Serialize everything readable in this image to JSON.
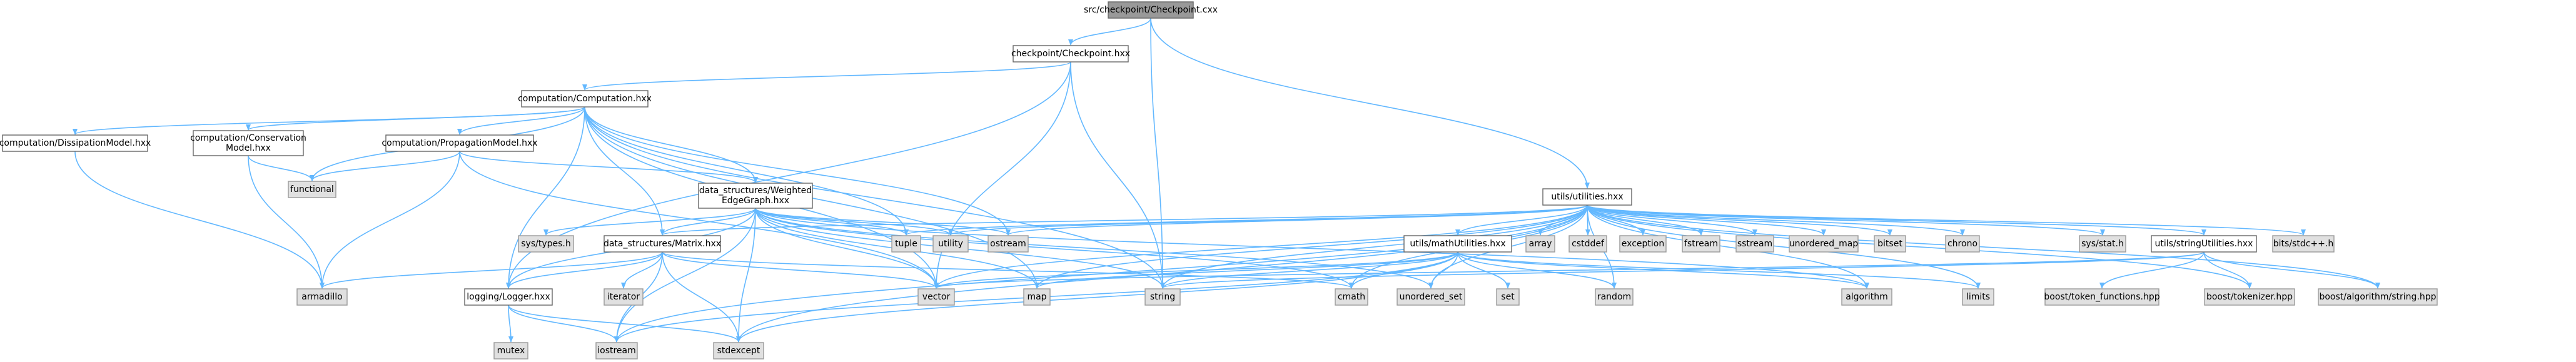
{
  "colors": {
    "edge": "#63b8ff",
    "root_fill": "#999999",
    "root_stroke": "#666666",
    "header_fill": "#ffffff",
    "header_stroke": "#666666",
    "system_fill": "#e0e0e0",
    "system_stroke": "#999999",
    "background": "#ffffff"
  },
  "nodes": [
    {
      "id": "root",
      "kind": "root",
      "lines": [
        "src/checkpoint/Checkpoint.cxx"
      ]
    },
    {
      "id": "checkpoint",
      "kind": "header",
      "lines": [
        "checkpoint/Checkpoint.hxx"
      ]
    },
    {
      "id": "computation",
      "kind": "header",
      "lines": [
        "computation/Computation.hxx"
      ]
    },
    {
      "id": "dissipation",
      "kind": "header",
      "lines": [
        "computation/DissipationModel.hxx"
      ]
    },
    {
      "id": "conservation",
      "kind": "header",
      "lines": [
        "computation/Conservation",
        "Model.hxx"
      ]
    },
    {
      "id": "propagation",
      "kind": "header",
      "lines": [
        "computation/PropagationModel.hxx"
      ]
    },
    {
      "id": "weighted",
      "kind": "header",
      "lines": [
        "data_structures/Weighted",
        "EdgeGraph.hxx"
      ]
    },
    {
      "id": "matrix",
      "kind": "header",
      "lines": [
        "data_structures/Matrix.hxx"
      ]
    },
    {
      "id": "logger",
      "kind": "header",
      "lines": [
        "logging/Logger.hxx"
      ]
    },
    {
      "id": "utilities",
      "kind": "header",
      "lines": [
        "utils/utilities.hxx"
      ]
    },
    {
      "id": "mathutil",
      "kind": "header",
      "lines": [
        "utils/mathUtilities.hxx"
      ]
    },
    {
      "id": "stringutil",
      "kind": "header",
      "lines": [
        "utils/stringUtilities.hxx"
      ]
    },
    {
      "id": "functional",
      "kind": "system",
      "lines": [
        "functional"
      ]
    },
    {
      "id": "armadillo",
      "kind": "system",
      "lines": [
        "armadillo"
      ]
    },
    {
      "id": "systypes",
      "kind": "system",
      "lines": [
        "sys/types.h"
      ]
    },
    {
      "id": "tuple",
      "kind": "system",
      "lines": [
        "tuple"
      ]
    },
    {
      "id": "utility",
      "kind": "system",
      "lines": [
        "utility"
      ]
    },
    {
      "id": "ostream",
      "kind": "system",
      "lines": [
        "ostream"
      ]
    },
    {
      "id": "iterator",
      "kind": "system",
      "lines": [
        "iterator"
      ]
    },
    {
      "id": "vector",
      "kind": "system",
      "lines": [
        "vector"
      ]
    },
    {
      "id": "map",
      "kind": "system",
      "lines": [
        "map"
      ]
    },
    {
      "id": "string",
      "kind": "system",
      "lines": [
        "string"
      ]
    },
    {
      "id": "cmath",
      "kind": "system",
      "lines": [
        "cmath"
      ]
    },
    {
      "id": "unordered_set",
      "kind": "system",
      "lines": [
        "unordered_set"
      ]
    },
    {
      "id": "set",
      "kind": "system",
      "lines": [
        "set"
      ]
    },
    {
      "id": "random",
      "kind": "system",
      "lines": [
        "random"
      ]
    },
    {
      "id": "algorithm",
      "kind": "system",
      "lines": [
        "algorithm"
      ]
    },
    {
      "id": "limits",
      "kind": "system",
      "lines": [
        "limits"
      ]
    },
    {
      "id": "mutex",
      "kind": "system",
      "lines": [
        "mutex"
      ]
    },
    {
      "id": "iostream",
      "kind": "system",
      "lines": [
        "iostream"
      ]
    },
    {
      "id": "stdexcept",
      "kind": "system",
      "lines": [
        "stdexcept"
      ]
    },
    {
      "id": "array",
      "kind": "system",
      "lines": [
        "array"
      ]
    },
    {
      "id": "cstddef",
      "kind": "system",
      "lines": [
        "cstddef"
      ]
    },
    {
      "id": "exception",
      "kind": "system",
      "lines": [
        "exception"
      ]
    },
    {
      "id": "fstream",
      "kind": "system",
      "lines": [
        "fstream"
      ]
    },
    {
      "id": "sstream",
      "kind": "system",
      "lines": [
        "sstream"
      ]
    },
    {
      "id": "unordered_map",
      "kind": "system",
      "lines": [
        "unordered_map"
      ]
    },
    {
      "id": "bitset",
      "kind": "system",
      "lines": [
        "bitset"
      ]
    },
    {
      "id": "chrono",
      "kind": "system",
      "lines": [
        "chrono"
      ]
    },
    {
      "id": "sysstat",
      "kind": "system",
      "lines": [
        "sys/stat.h"
      ]
    },
    {
      "id": "bitsstdc",
      "kind": "system",
      "lines": [
        "bits/stdc++.h"
      ]
    },
    {
      "id": "token_functions",
      "kind": "system",
      "lines": [
        "boost/token_functions.hpp"
      ]
    },
    {
      "id": "tokenizer",
      "kind": "system",
      "lines": [
        "boost/tokenizer.hpp"
      ]
    },
    {
      "id": "boost_string",
      "kind": "system",
      "lines": [
        "boost/algorithm/string.hpp"
      ]
    }
  ],
  "edges": [
    [
      "root",
      "checkpoint"
    ],
    [
      "root",
      "string"
    ],
    [
      "root",
      "utilities"
    ],
    [
      "checkpoint",
      "computation"
    ],
    [
      "checkpoint",
      "logger"
    ],
    [
      "checkpoint",
      "string"
    ],
    [
      "checkpoint",
      "vector"
    ],
    [
      "computation",
      "dissipation"
    ],
    [
      "computation",
      "conservation"
    ],
    [
      "computation",
      "propagation"
    ],
    [
      "computation",
      "weighted"
    ],
    [
      "computation",
      "matrix"
    ],
    [
      "computation",
      "logger"
    ],
    [
      "computation",
      "functional"
    ],
    [
      "computation",
      "tuple"
    ],
    [
      "computation",
      "vector"
    ],
    [
      "computation",
      "map"
    ],
    [
      "computation",
      "string"
    ],
    [
      "computation",
      "ostream"
    ],
    [
      "dissipation",
      "armadillo"
    ],
    [
      "conservation",
      "functional"
    ],
    [
      "conservation",
      "armadillo"
    ],
    [
      "propagation",
      "functional"
    ],
    [
      "propagation",
      "armadillo"
    ],
    [
      "propagation",
      "weighted"
    ],
    [
      "propagation",
      "vector"
    ],
    [
      "weighted",
      "systypes"
    ],
    [
      "weighted",
      "tuple"
    ],
    [
      "weighted",
      "utility"
    ],
    [
      "weighted",
      "ostream"
    ],
    [
      "weighted",
      "matrix"
    ],
    [
      "weighted",
      "vector"
    ],
    [
      "weighted",
      "map"
    ],
    [
      "weighted",
      "string"
    ],
    [
      "weighted",
      "cmath"
    ],
    [
      "weighted",
      "unordered_set"
    ],
    [
      "weighted",
      "stdexcept"
    ],
    [
      "weighted",
      "iostream"
    ],
    [
      "weighted",
      "logger"
    ],
    [
      "weighted",
      "algorithm"
    ],
    [
      "matrix",
      "armadillo"
    ],
    [
      "matrix",
      "iterator"
    ],
    [
      "matrix",
      "vector"
    ],
    [
      "matrix",
      "logger"
    ],
    [
      "matrix",
      "iostream"
    ],
    [
      "matrix",
      "stdexcept"
    ],
    [
      "matrix",
      "cmath"
    ],
    [
      "logger",
      "mutex"
    ],
    [
      "logger",
      "iostream"
    ],
    [
      "logger",
      "stdexcept"
    ],
    [
      "utilities",
      "matrix"
    ],
    [
      "utilities",
      "tuple"
    ],
    [
      "utilities",
      "utility"
    ],
    [
      "utilities",
      "ostream"
    ],
    [
      "utilities",
      "vector"
    ],
    [
      "utilities",
      "map"
    ],
    [
      "utilities",
      "string"
    ],
    [
      "utilities",
      "cmath"
    ],
    [
      "utilities",
      "unordered_set"
    ],
    [
      "utilities",
      "mathutil"
    ],
    [
      "utilities",
      "array"
    ],
    [
      "utilities",
      "cstddef"
    ],
    [
      "utilities",
      "exception"
    ],
    [
      "utilities",
      "fstream"
    ],
    [
      "utilities",
      "sstream"
    ],
    [
      "utilities",
      "unordered_map"
    ],
    [
      "utilities",
      "bitset"
    ],
    [
      "utilities",
      "chrono"
    ],
    [
      "utilities",
      "sysstat"
    ],
    [
      "utilities",
      "stringutil"
    ],
    [
      "utilities",
      "bitsstdc"
    ],
    [
      "utilities",
      "iostream"
    ],
    [
      "utilities",
      "stdexcept"
    ],
    [
      "utilities",
      "algorithm"
    ],
    [
      "utilities",
      "limits"
    ],
    [
      "utilities",
      "random"
    ],
    [
      "utilities",
      "tokenizer"
    ],
    [
      "utilities",
      "boost_string"
    ],
    [
      "mathutil",
      "vector"
    ],
    [
      "mathutil",
      "map"
    ],
    [
      "mathutil",
      "cmath"
    ],
    [
      "mathutil",
      "unordered_set"
    ],
    [
      "mathutil",
      "set"
    ],
    [
      "mathutil",
      "random"
    ],
    [
      "mathutil",
      "algorithm"
    ],
    [
      "mathutil",
      "limits"
    ],
    [
      "mathutil",
      "stdexcept"
    ],
    [
      "mathutil",
      "iostream"
    ],
    [
      "mathutil",
      "string"
    ],
    [
      "stringutil",
      "string"
    ],
    [
      "stringutil",
      "vector"
    ],
    [
      "stringutil",
      "token_functions"
    ],
    [
      "stringutil",
      "tokenizer"
    ],
    [
      "stringutil",
      "boost_string"
    ]
  ]
}
